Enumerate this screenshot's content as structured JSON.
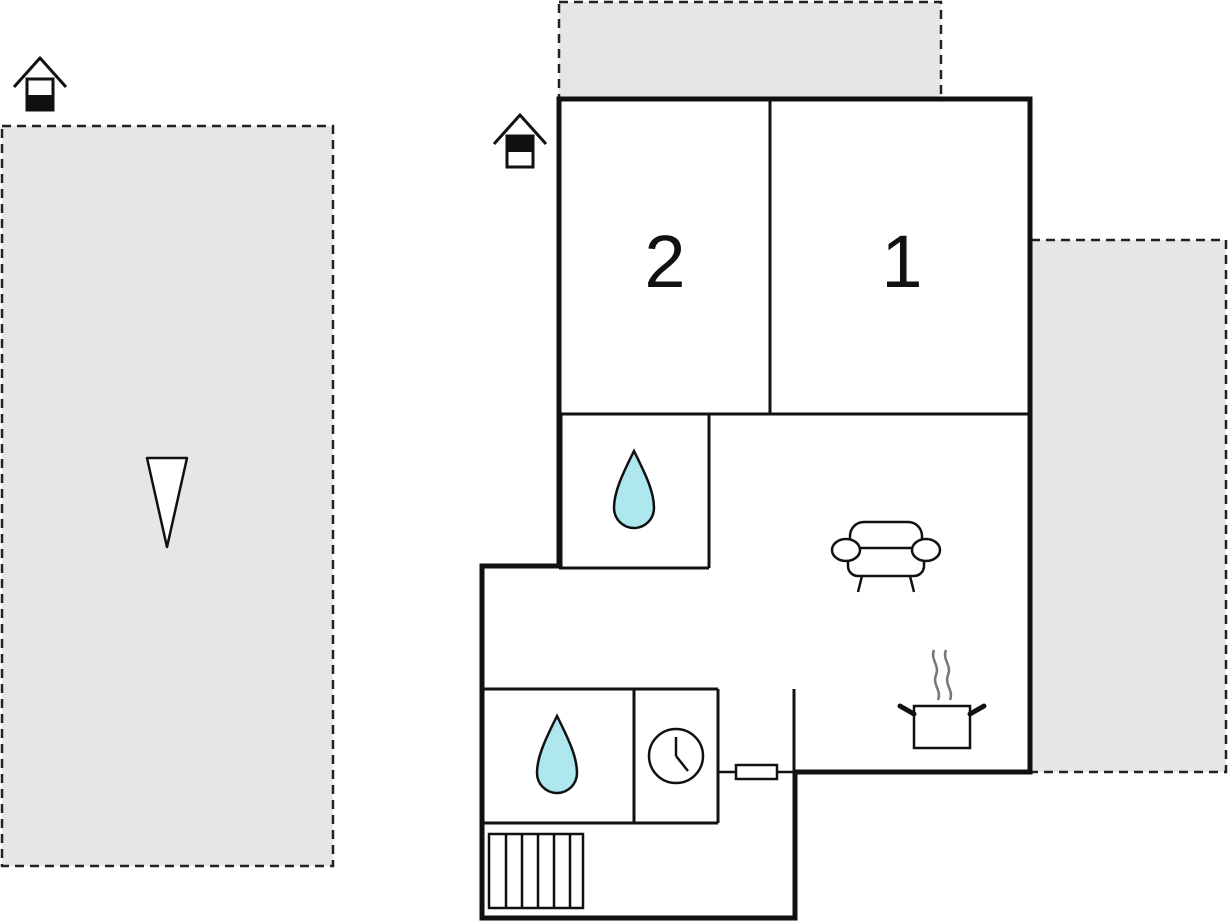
{
  "floorplan": {
    "rooms": [
      {
        "id": "bedroom-2",
        "label": "2"
      },
      {
        "id": "bedroom-1",
        "label": "1"
      }
    ],
    "icons": [
      "house-icon",
      "house-icon",
      "north-arrow-icon",
      "water-drop-icon",
      "water-drop-icon",
      "armchair-icon",
      "cooking-pot-icon",
      "clock-icon",
      "stairs-icon",
      "door-icon"
    ],
    "colors": {
      "terrace_fill": "#e6e6e6",
      "wall": "#111111",
      "water_drop": "#aee7ee",
      "background": "#ffffff"
    }
  }
}
